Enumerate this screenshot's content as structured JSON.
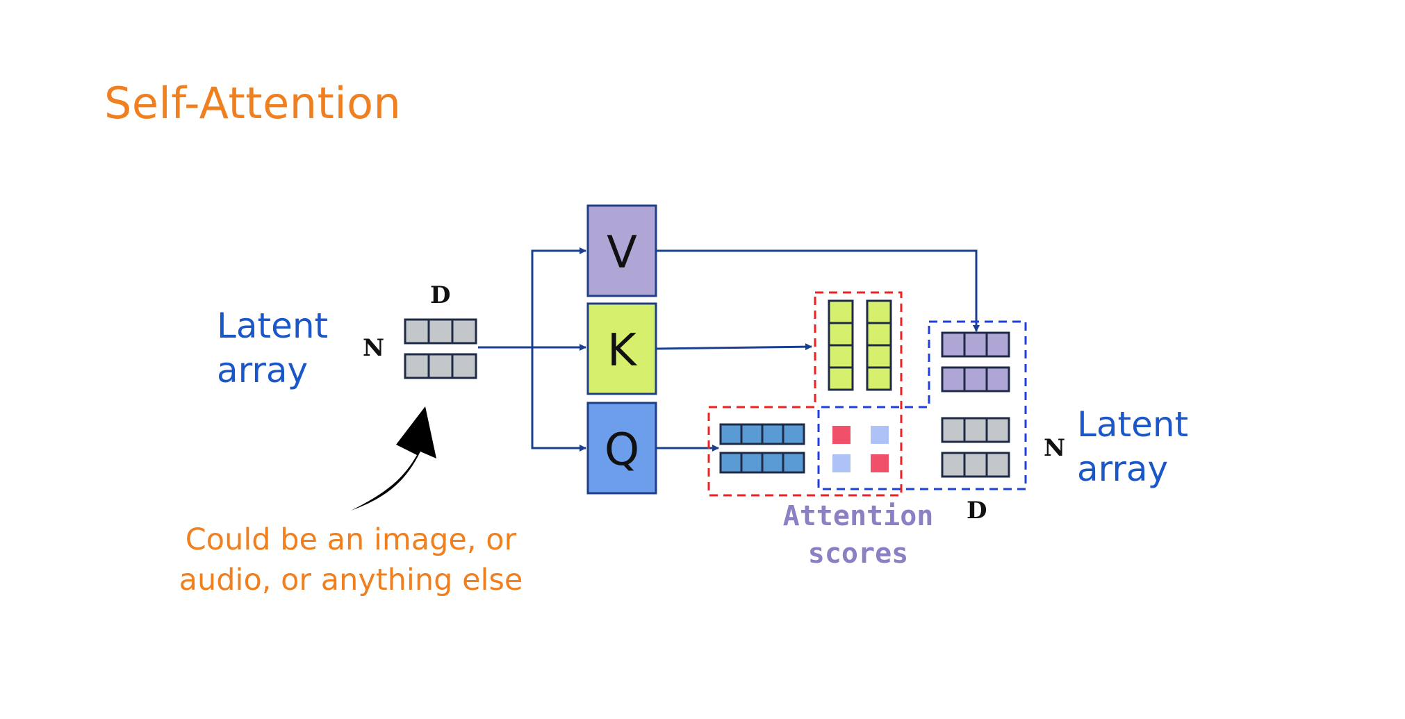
{
  "title": "Self-Attention",
  "input": {
    "label_line1": "Latent",
    "label_line2": "array",
    "dim_rows": "N",
    "dim_cols": "D"
  },
  "output": {
    "label_line1": "Latent",
    "label_line2": "array",
    "dim_rows": "N",
    "dim_cols": "D"
  },
  "matrices": {
    "v": "V",
    "k": "K",
    "q": "Q"
  },
  "attention": {
    "line1": "Attention",
    "line2": "scores"
  },
  "note": {
    "line1": "Could be an image, or",
    "line2": "audio, or anything else"
  },
  "colors": {
    "title": "#f07f1f",
    "label_blue": "#1a57c9",
    "value_purple": "#b0a6d6",
    "key_green": "#d6f06e",
    "query_blue": "#6d9eeb",
    "query_cells": "#5b9bd5",
    "latent_gray": "#c3c7c9",
    "arrow": "#1a3f8f",
    "dashed_red": "#ee2222",
    "dashed_blue": "#1d3fe0",
    "score_red": "#f0506a",
    "score_light": "#aec2f7",
    "attention_text": "#8c7fc4"
  }
}
